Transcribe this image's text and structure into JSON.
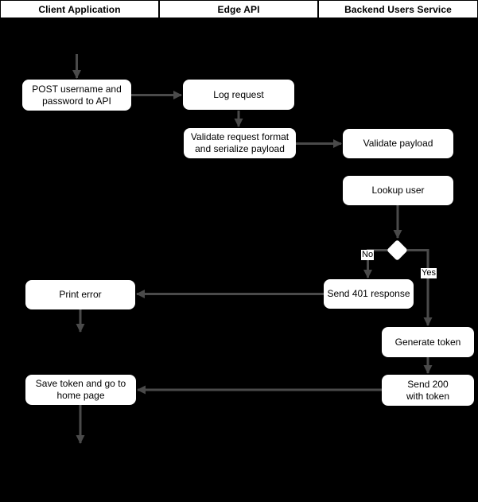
{
  "header": {
    "columns": [
      {
        "label": "Client Application"
      },
      {
        "label": "Edge API"
      },
      {
        "label": "Backend Users Service"
      }
    ]
  },
  "nodes": {
    "post_credentials": {
      "label": "POST username and\npassword to API"
    },
    "log_request": {
      "label": "Log request"
    },
    "validate_request": {
      "label": "Validate request format\nand serialize payload"
    },
    "validate_payload": {
      "label": "Validate payload"
    },
    "lookup_user": {
      "label": "Lookup user"
    },
    "send_401": {
      "label": "Send 401 response"
    },
    "print_error": {
      "label": "Print error"
    },
    "generate_token": {
      "label": "Generate token"
    },
    "send_200": {
      "label": "Send 200\nwith token"
    },
    "save_token": {
      "label": "Save token and go to\nhome page"
    }
  },
  "branch_labels": {
    "no": "No",
    "yes": "Yes"
  },
  "colors": {
    "background": "#000000",
    "node_fill": "#ffffff",
    "node_text": "#000000",
    "connector": "#4a4a4a",
    "header_fill": "#ffffff",
    "header_text": "#000000"
  }
}
